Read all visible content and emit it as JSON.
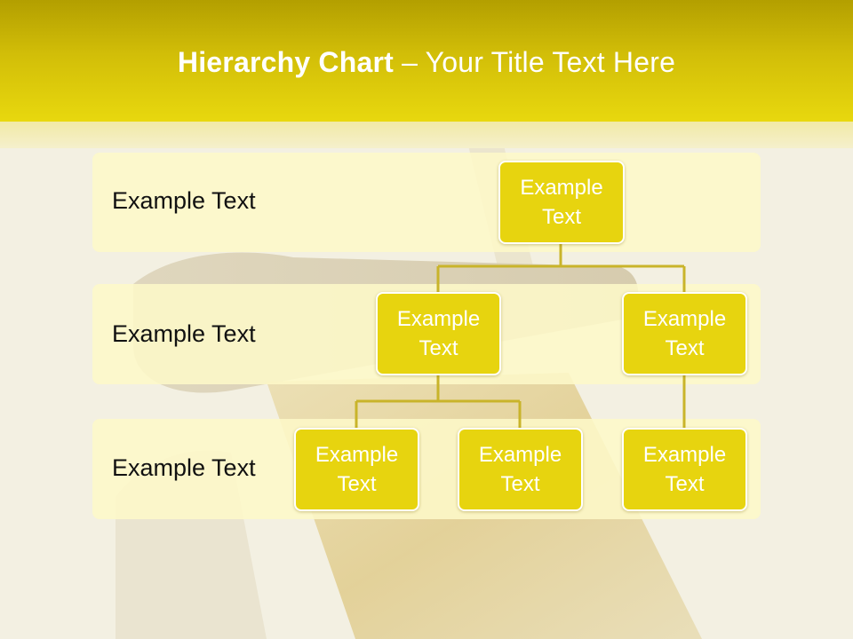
{
  "slide": {
    "title_bold": "Hierarchy Chart",
    "title_rest": " – Your Title Text Here"
  },
  "rows": [
    {
      "label": "Example Text"
    },
    {
      "label": "Example Text"
    },
    {
      "label": "Example Text"
    }
  ],
  "nodes": {
    "root": "Example Text",
    "level2_left": "Example Text",
    "level2_right": "Example Text",
    "level3_a": "Example Text",
    "level3_b": "Example Text",
    "level3_c": "Example Text"
  },
  "colors": {
    "accent": "#e7d40f",
    "header_dark": "#b39f00",
    "connector": "#c9b42a",
    "band": "#fdf8c8"
  }
}
